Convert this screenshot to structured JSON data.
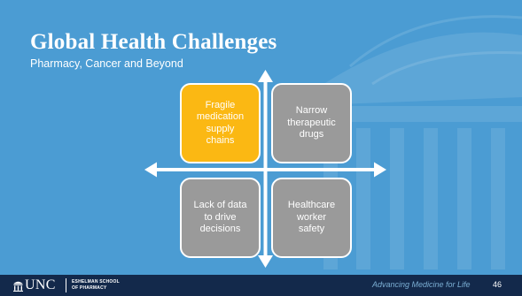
{
  "slide": {
    "title": "Global Health Challenges",
    "subtitle": "Pharmacy, Cancer and Beyond",
    "quadrants": [
      {
        "text": "Fragile\nmedication\nsupply\nchains",
        "color": "#fbb813",
        "highlighted": true
      },
      {
        "text": "Narrow\ntherapeutic\ndrugs",
        "color": "#9a9a9a",
        "highlighted": false
      },
      {
        "text": "Lack of data\nto drive\ndecisions",
        "color": "#9a9a9a",
        "highlighted": false
      },
      {
        "text": "Healthcare\nworker\nsafety",
        "color": "#9a9a9a",
        "highlighted": false
      }
    ]
  },
  "footer": {
    "logo_text": "UNC",
    "school_name": "ESHELMAN SCHOOL\nOF PHARMACY",
    "tagline": "Advancing Medicine for Life",
    "page_number": "46"
  },
  "colors": {
    "background": "#4b9cd3",
    "footer": "#13294b",
    "accent": "#fbb813",
    "box_gray": "#9a9a9a",
    "tagline": "#7bafd4"
  },
  "icons": [
    "old-well-watermark",
    "old-well-icon",
    "four-way-arrow"
  ]
}
